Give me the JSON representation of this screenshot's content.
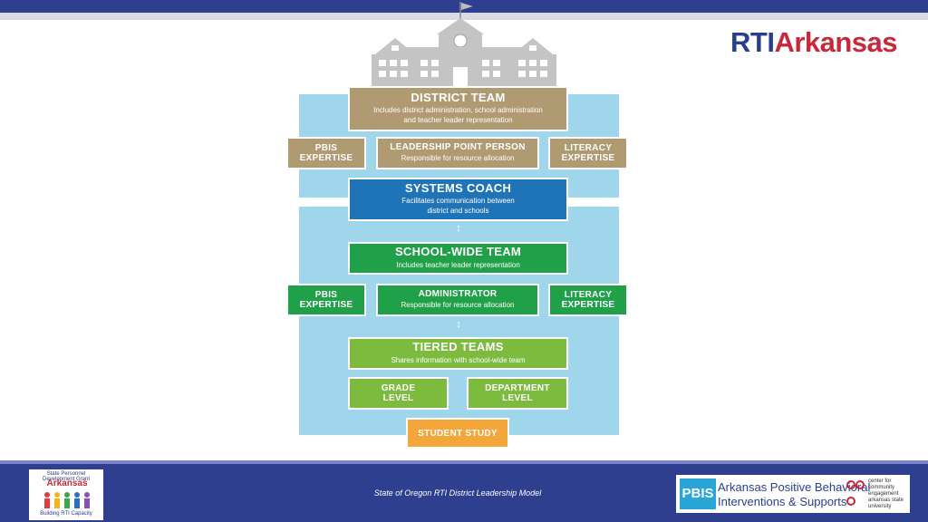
{
  "header": {
    "logo_rti": "RTI",
    "logo_arkansas": "Arkansas"
  },
  "diagram": {
    "district_team": {
      "title": "DISTRICT TEAM",
      "subtitle_line1": "Includes district administration, school administration",
      "subtitle_line2": "and teacher leader representation"
    },
    "pbis_top": {
      "line1": "PBIS",
      "line2": "EXPERTISE"
    },
    "leadership_point": {
      "title": "LEADERSHIP POINT PERSON",
      "subtitle": "Responsible for resource allocation"
    },
    "literacy_top": {
      "line1": "LITERACY",
      "line2": "EXPERTISE"
    },
    "systems_coach": {
      "title": "SYSTEMS COACH",
      "subtitle_line1": "Facilitates communication between",
      "subtitle_line2": "district and schools"
    },
    "schoolwide_team": {
      "title": "SCHOOL-WIDE TEAM",
      "subtitle": "Includes teacher leader representation"
    },
    "pbis_bottom": {
      "line1": "PBIS",
      "line2": "EXPERTISE"
    },
    "administrator": {
      "title": "ADMINISTRATOR",
      "subtitle": "Responsible for resource allocation"
    },
    "literacy_bottom": {
      "line1": "LITERACY",
      "line2": "EXPERTISE"
    },
    "tiered_teams": {
      "title": "TIERED TEAMS",
      "subtitle": "Shares information with school-wide team"
    },
    "grade_level": {
      "line1": "GRADE",
      "line2": "LEVEL"
    },
    "department_level": {
      "line1": "DEPARTMENT",
      "line2": "LEVEL"
    },
    "student_study": {
      "title": "STUDENT STUDY"
    },
    "colors": {
      "tan": "#b09a72",
      "blue": "#1f73b7",
      "green": "#21a04a",
      "lime": "#7cbb3e",
      "orange": "#f3a73a",
      "panel": "#9fd6ec"
    }
  },
  "footer": {
    "caption": "State of Oregon RTI District Leadership Model",
    "spdg_arc": "State Personnel Development Grant",
    "spdg_arkansas": "Arkansas",
    "spdg_caption": "Building RTI Capacity",
    "pbis_mark": "PBIS",
    "pbis_line1": "Arkansas Positive Behavioral",
    "pbis_line2": "Interventions & Supports",
    "ccese_line1": "center for",
    "ccese_line2": "community",
    "ccese_line3": "engagement",
    "ccese_line4": "arkansas state",
    "ccese_line5": "university"
  }
}
